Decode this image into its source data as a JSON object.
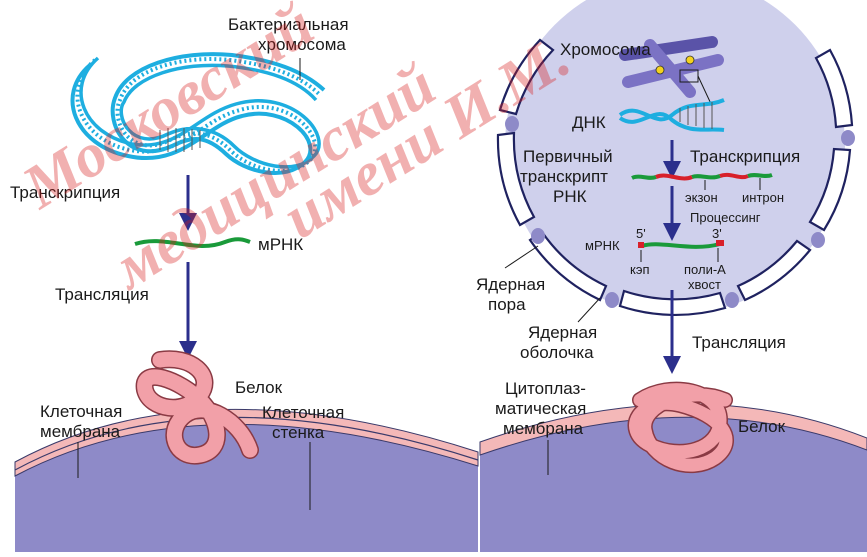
{
  "colors": {
    "dna_strand": "#1eaee0",
    "arrow": "#2b2f8c",
    "mrna": "#1a9a3a",
    "intron": "#d8202a",
    "protein_fill": "#f2a0a8",
    "protein_stroke": "#8a3a44",
    "wall": "#8e8ac8",
    "membrane": "#f4b8b8",
    "nucleus_fill": "#cfd0ec",
    "chromosome": "#7b72c4",
    "watermark": "#d81e1e"
  },
  "prokaryote": {
    "bacterial_chromosome": "Бактериальная\nхромосома",
    "transcription": "Транскрипция",
    "mrna": "мРНК",
    "translation": "Трансляция",
    "protein": "Белок",
    "cell_membrane": "Клеточная\nмембрана",
    "cell_wall": "Клеточная\nстенка"
  },
  "eukaryote": {
    "chromosome": "Хромосома",
    "dna": "ДНК",
    "primary_transcript": "Первичный\nтранскрипт\nРНК",
    "transcription": "Транскрипция",
    "exon": "экзон",
    "intron": "интрон",
    "processing": "Процессинг",
    "mrna": "мРНК",
    "five_prime": "5'",
    "three_prime": "3'",
    "cap": "кэп",
    "poly_a": "поли-А\nхвост",
    "nuclear_pore": "Ядерная\nпора",
    "nuclear_envelope": "Ядерная\nоболочка",
    "translation": "Трансляция",
    "cytoplasmic_membrane": "Цитоплаз-\nматическая\nмембрана",
    "protein": "Белок"
  },
  "watermark": {
    "line1": "Московский",
    "line2": "медицинский",
    "line3": "имени И.М."
  }
}
